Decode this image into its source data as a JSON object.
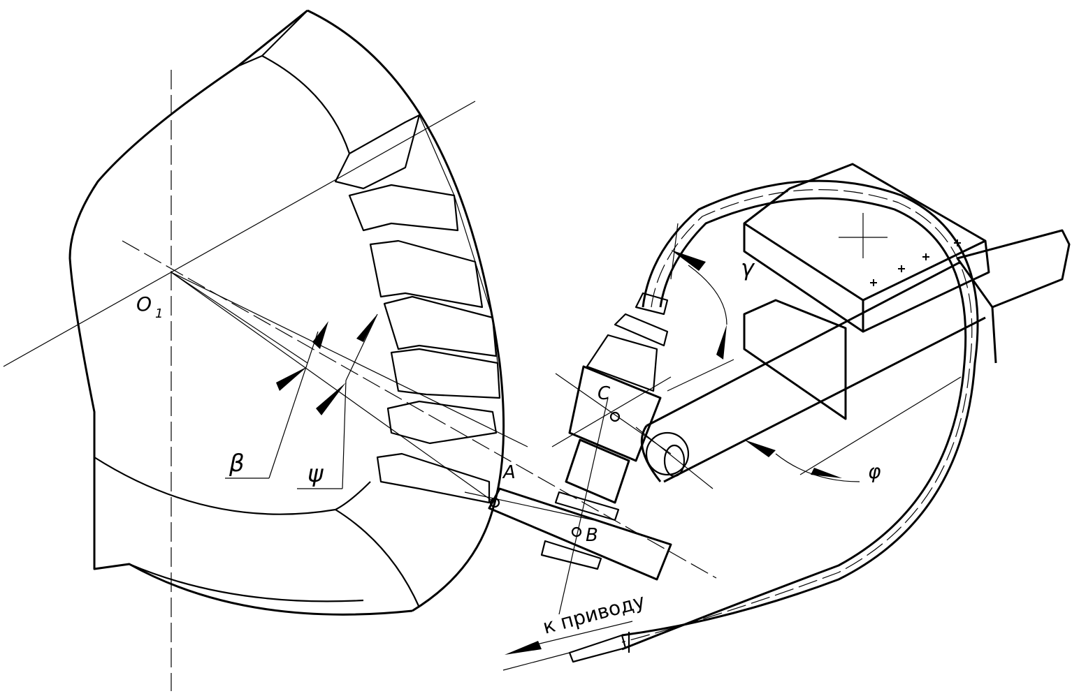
{
  "labels": {
    "center": "O",
    "center_sub": "1",
    "beta": "β",
    "psi": "ψ",
    "point_a": "A",
    "point_b": "B",
    "point_c": "C",
    "gamma": "γ",
    "phi": "φ",
    "to_drive": "к приводу"
  }
}
